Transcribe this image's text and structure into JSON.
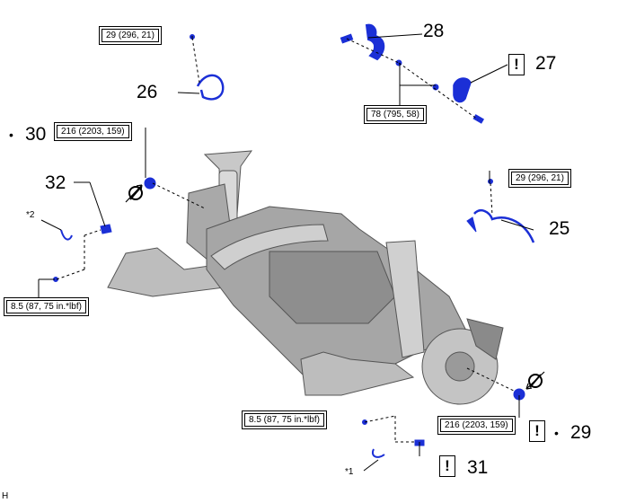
{
  "torque_boxes": {
    "t26": "29 (296, 21)",
    "t28_27": "78 (795, 58)",
    "t30": "216 (2203, 159)",
    "t25": "29 (296, 21)",
    "t32": "8.5 (87, 75 in.*lbf)",
    "t31": "8.5 (87, 75 in.*lbf)",
    "t29": "216 (2203, 159)"
  },
  "part_numbers": {
    "p25": "25",
    "p26": "26",
    "p27": "27",
    "p28": "28",
    "p29": "29",
    "p30": "30",
    "p31": "31",
    "p32": "32"
  },
  "notes": {
    "star1": "*1",
    "star2": "*2"
  },
  "symbols": {
    "caution": "!",
    "bullet": "•"
  },
  "footer_code": "H",
  "colors": {
    "part_blue": "#1b2fd6",
    "line": "#000000",
    "body_gray": "#9a9a9a"
  }
}
